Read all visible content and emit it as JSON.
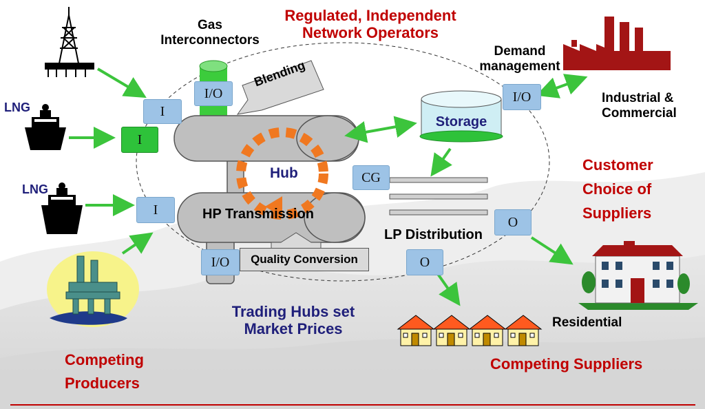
{
  "labels": {
    "gas_interconnectors": [
      "Gas",
      "Interconnectors"
    ],
    "regulated": [
      "Regulated,  Independent",
      "Network Operators"
    ],
    "demand_management": [
      "Demand",
      "management"
    ],
    "industrial": [
      "Industrial &",
      "Commercial"
    ],
    "lng_1": "LNG",
    "lng_2": "LNG",
    "blending": "Blending",
    "storage": "Storage",
    "hub": "Hub",
    "hp_transmission": "HP Transmission",
    "lp_distribution": "LP Distribution",
    "quality_conversion": "Quality Conversion",
    "customer_choice": [
      "Customer",
      "Choice of",
      "Suppliers"
    ],
    "residential": "Residential",
    "trading_hubs": [
      "Trading Hubs set",
      "Market Prices"
    ],
    "competing_producers": [
      "Competing",
      "Producers"
    ],
    "competing_suppliers": "Competing Suppliers"
  },
  "boxes": {
    "i_top": "I",
    "i_green": "I",
    "i_lower": "I",
    "io_interconnector": "I/O",
    "io_bottom": "I/O",
    "io_demand": "I/O",
    "cg": "CG",
    "o_right": "O",
    "o_bottom": "O"
  },
  "colors": {
    "red_text": "#c00000",
    "navy_text": "#1f1f7a",
    "arrow_green": "#3cc43c",
    "box_blue": "#9dc3e6",
    "pipe_gray": "#bfbfbf",
    "hub_orange": "#f07820",
    "factory_red": "#a31515"
  }
}
